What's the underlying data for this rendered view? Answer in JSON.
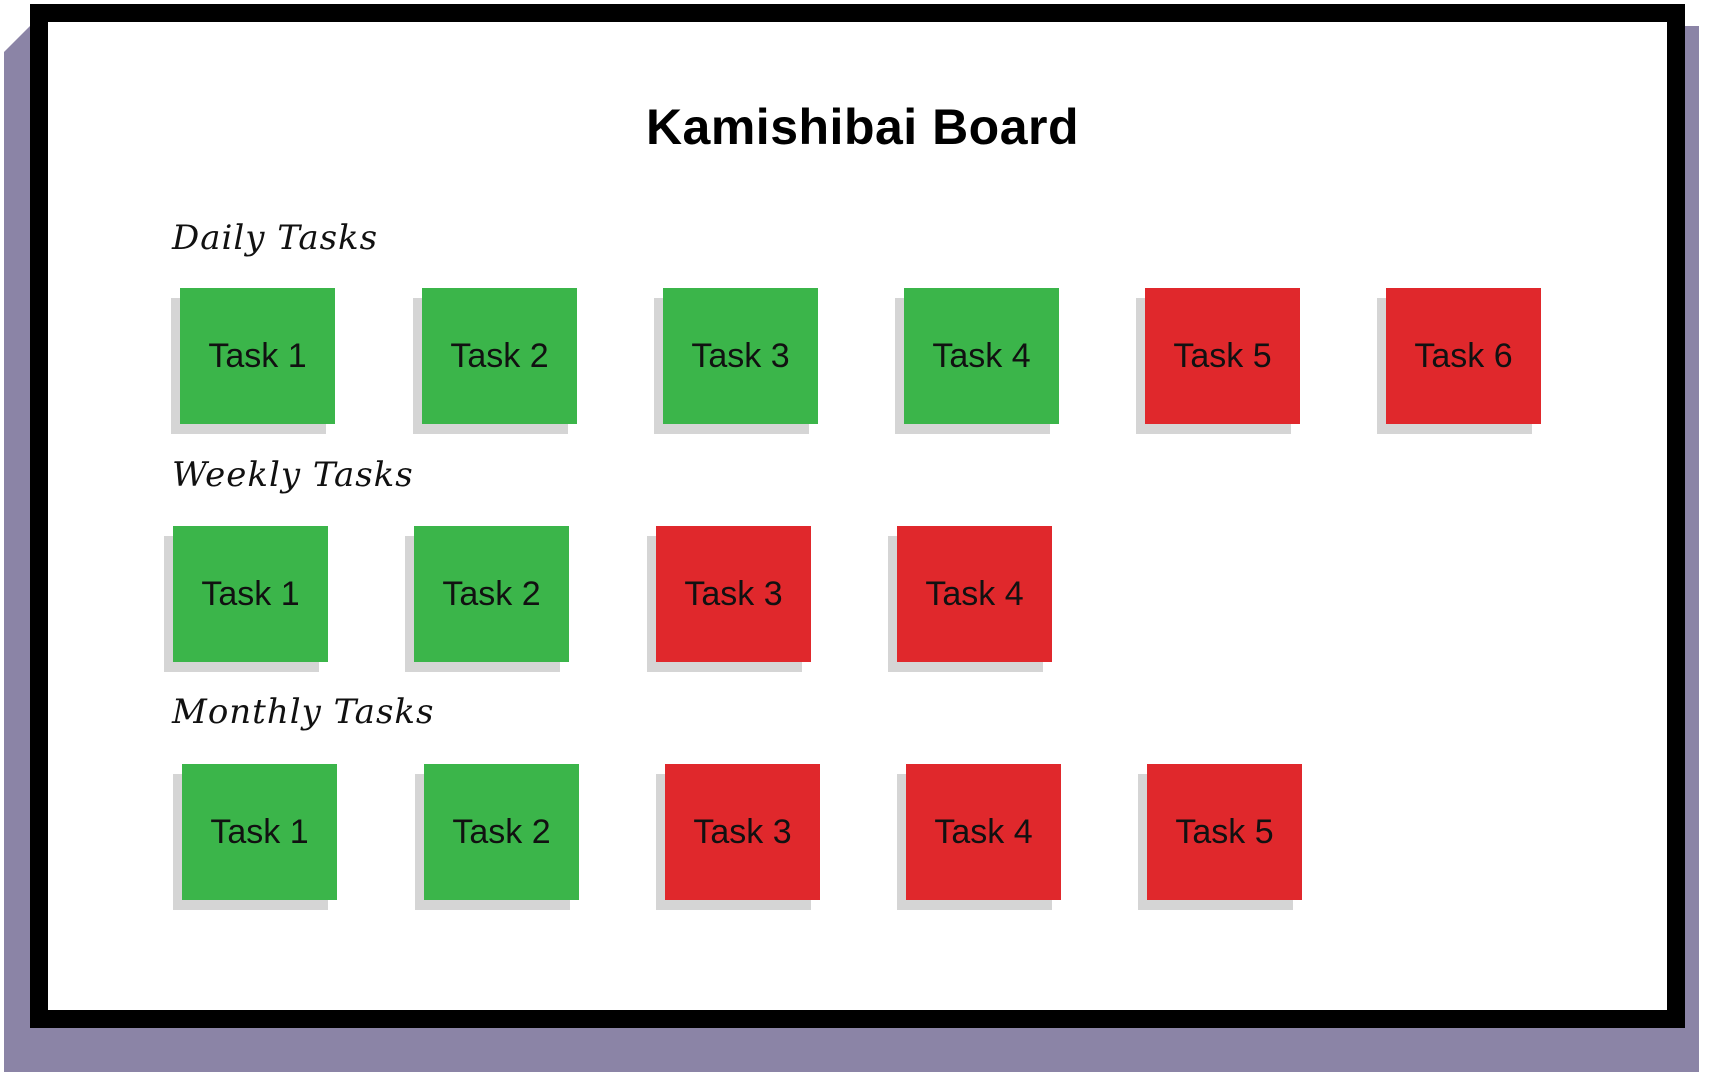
{
  "title": "Kamishibai Board",
  "colors": {
    "done": "#3bb54a",
    "not_done": "#e0282c",
    "frame": "#000000",
    "frame_shadow": "#8b84a6"
  },
  "sections": [
    {
      "label": "Daily Tasks",
      "tasks": [
        {
          "label": "Task 1",
          "status": "done"
        },
        {
          "label": "Task 2",
          "status": "done"
        },
        {
          "label": "Task 3",
          "status": "done"
        },
        {
          "label": "Task 4",
          "status": "done"
        },
        {
          "label": "Task 5",
          "status": "not_done"
        },
        {
          "label": "Task 6",
          "status": "not_done"
        }
      ]
    },
    {
      "label": "Weekly Tasks",
      "tasks": [
        {
          "label": "Task 1",
          "status": "done"
        },
        {
          "label": "Task 2",
          "status": "done"
        },
        {
          "label": "Task 3",
          "status": "not_done"
        },
        {
          "label": "Task 4",
          "status": "not_done"
        }
      ]
    },
    {
      "label": "Monthly Tasks",
      "tasks": [
        {
          "label": "Task 1",
          "status": "done"
        },
        {
          "label": "Task 2",
          "status": "done"
        },
        {
          "label": "Task 3",
          "status": "not_done"
        },
        {
          "label": "Task 4",
          "status": "not_done"
        },
        {
          "label": "Task 5",
          "status": "not_done"
        }
      ]
    }
  ]
}
